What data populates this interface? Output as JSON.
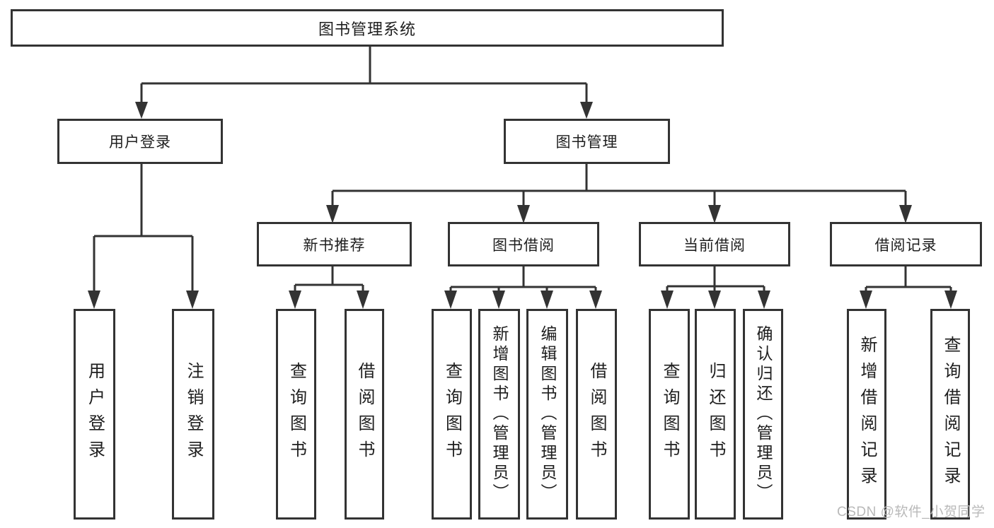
{
  "tree": {
    "label": "图书管理系统",
    "children": [
      {
        "label": "用户登录",
        "children": [
          {
            "label": "用户登录"
          },
          {
            "label": "注销登录"
          }
        ]
      },
      {
        "label": "图书管理",
        "children": [
          {
            "label": "新书推荐",
            "children": [
              {
                "label": "查询图书"
              },
              {
                "label": "借阅图书"
              }
            ]
          },
          {
            "label": "图书借阅",
            "children": [
              {
                "label": "查询图书"
              },
              {
                "label": "新增图书（管理员）"
              },
              {
                "label": "编辑图书（管理员）"
              },
              {
                "label": "借阅图书"
              }
            ]
          },
          {
            "label": "当前借阅",
            "children": [
              {
                "label": "查询图书"
              },
              {
                "label": "归还图书"
              },
              {
                "label": "确认归还（管理员）"
              }
            ]
          },
          {
            "label": "借阅记录",
            "children": [
              {
                "label": "新增借阅记录"
              },
              {
                "label": "查询借阅记录"
              }
            ]
          }
        ]
      }
    ]
  },
  "watermark": {
    "text": "CSDN @软件_小贺同学"
  },
  "colors": {
    "line": "#333333",
    "box_border": "#333333",
    "text": "#1e1e1e",
    "watermark": "#b9b9b9",
    "background": "#ffffff"
  }
}
